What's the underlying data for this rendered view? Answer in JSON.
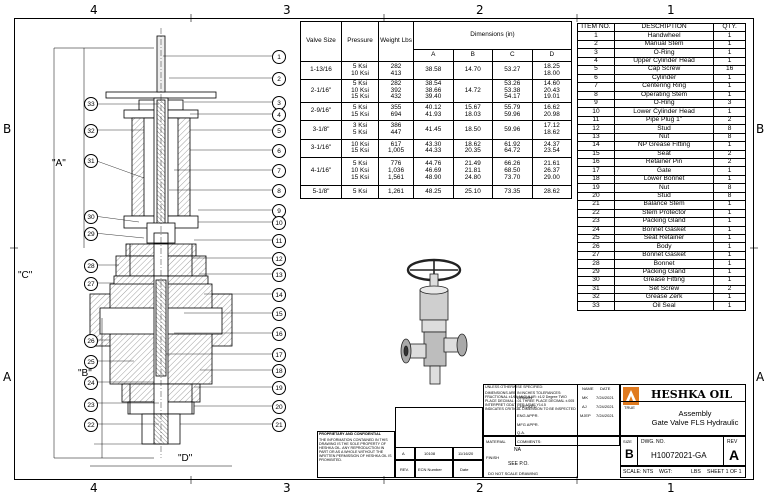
{
  "zones": {
    "columns": [
      "4",
      "3",
      "2",
      "1"
    ],
    "rows": [
      "B",
      "A"
    ]
  },
  "balloons": [
    "1",
    "2",
    "3",
    "4",
    "5",
    "6",
    "7",
    "8",
    "9",
    "10",
    "11",
    "12",
    "13",
    "14",
    "15",
    "16",
    "17",
    "18",
    "19",
    "20",
    "21",
    "22",
    "23",
    "24",
    "25",
    "26",
    "27",
    "28",
    "29",
    "30",
    "31",
    "32",
    "33"
  ],
  "dimension_labels": {
    "a": "\"A\"",
    "b": "\"B\"",
    "c": "\"C\"",
    "d": "\"D\""
  },
  "dimension_table": {
    "headers": {
      "valve_size": "Valve Size",
      "pressure": "Pressure",
      "weight": "Weight Lbs",
      "dimensions": "Dimensions (in)",
      "A": "A",
      "B": "B",
      "C": "C",
      "D": "D"
    },
    "rows": [
      {
        "size": "1-13/16",
        "pressure": "5 Ksi\n10 Ksi",
        "weight": "282\n413",
        "a": "38.58",
        "b": "14.70",
        "c": "53.27",
        "d": "18.25\n18.00"
      },
      {
        "size": "2-1/16\"",
        "pressure": "5 Ksi\n10 Ksi\n15 Ksi",
        "weight": "282\n392\n432",
        "a": "38.54\n38.66\n39.40",
        "b": "14.72",
        "c": "53.26\n53.38\n54.17",
        "d": "14.60\n20.43\n19.01"
      },
      {
        "size": "2-9/16\"",
        "pressure": "5 Ksi\n15 Ksi",
        "weight": "355\n694",
        "a": "40.12\n41.93",
        "b": "15.67\n18.03",
        "c": "55.79\n59.96",
        "d": "16.62\n20.98"
      },
      {
        "size": "3-1/8\"",
        "pressure": "3 Ksi\n5 Ksi",
        "weight": "386\n447",
        "a": "41.45",
        "b": "18.50",
        "c": "59.96",
        "d": "17.12\n18.62"
      },
      {
        "size": "3-1/16\"",
        "pressure": "10 Ksi\n15 Ksi",
        "weight": "617\n1,005",
        "a": "43.30\n44.33",
        "b": "18.62\n20.35",
        "c": "61.92\n64.72",
        "d": "24.37\n23.54"
      },
      {
        "size": "4-1/16\"",
        "pressure": "5 Ksi\n10 Ksi\n15 Ksi",
        "weight": "776\n1,036\n1,561",
        "a": "44.76\n46.69\n48.90",
        "b": "21.49\n21.81\n24.80",
        "c": "66.26\n68.50\n73.70",
        "d": "21.61\n26.37\n29.00"
      },
      {
        "size": "5-1/8\"",
        "pressure": "5 Ksi",
        "weight": "1,261",
        "a": "48.25",
        "b": "25.10",
        "c": "73.35",
        "d": "28.62"
      }
    ]
  },
  "bom": {
    "headers": {
      "item": "ITEM NO.",
      "description": "DESCRIPTION",
      "qty": "QTY."
    },
    "rows": [
      [
        "1",
        "Handwheel",
        "1"
      ],
      [
        "2",
        "Manual Stem",
        "1"
      ],
      [
        "3",
        "O-Ring",
        "1"
      ],
      [
        "4",
        "Upper Cylinder Head",
        "1"
      ],
      [
        "5",
        "Cap Screw",
        "16"
      ],
      [
        "6",
        "Cylinder",
        "1"
      ],
      [
        "7",
        "Centering Ring",
        "1"
      ],
      [
        "8",
        "Operating Stem",
        "1"
      ],
      [
        "9",
        "O-Ring",
        "3"
      ],
      [
        "10",
        "Lower Cylinder Head",
        "1"
      ],
      [
        "11",
        "Pipe Plug 1\"",
        "2"
      ],
      [
        "12",
        "Stud",
        "8"
      ],
      [
        "13",
        "Nut",
        "8"
      ],
      [
        "14",
        "NP Grease Fitting",
        "1"
      ],
      [
        "15",
        "Seat",
        "2"
      ],
      [
        "16",
        "Retainer Pin",
        "2"
      ],
      [
        "17",
        "Gate",
        "1"
      ],
      [
        "18",
        "Lower Bonnet",
        "1"
      ],
      [
        "19",
        "Nut",
        "8"
      ],
      [
        "20",
        "Stud",
        "8"
      ],
      [
        "21",
        "Balance Stem",
        "1"
      ],
      [
        "22",
        "Stem Protector",
        "1"
      ],
      [
        "23",
        "Packing Gland",
        "1"
      ],
      [
        "24",
        "Bonnet Gasket",
        "1"
      ],
      [
        "25",
        "Seat Retainer",
        "1"
      ],
      [
        "26",
        "Body",
        "1"
      ],
      [
        "27",
        "Bonnet Gasket",
        "1"
      ],
      [
        "28",
        "Bonnet",
        "1"
      ],
      [
        "29",
        "Packing Gland",
        "1"
      ],
      [
        "30",
        "Grease Fitting",
        "1"
      ],
      [
        "31",
        "Set Screw",
        "2"
      ],
      [
        "32",
        "Grease Zerk",
        "1"
      ],
      [
        "33",
        "Oil Seal",
        "1"
      ]
    ]
  },
  "title_block": {
    "company": "HESHKA OIL",
    "logo_caption": "TRUE",
    "title_line1": "Assembly",
    "title_line2": "Gate Valve FLS Hydraulic",
    "size_label": "SIZE",
    "size": "B",
    "dwg_label": "DWG. NO.",
    "dwg_no": "H10072021-GA",
    "rev_label": "REV",
    "rev": "A",
    "scale": "SCALE: NTS",
    "weight": "WGT:",
    "weight_unit": "LBS",
    "sheet": "SHEET 1 OF 1",
    "unless_specified": "UNLESS OTHERWISE SPECIFIED:",
    "name_label": "NAME",
    "date_label": "DATE",
    "drawn": "DRAWN",
    "checked": "CHECKED",
    "eng_appr": "ENG APPR.",
    "mfg_appr": "MFG APPR.",
    "qa": "Q.A.",
    "comments": "COMMENTS:",
    "drawn_by": "MK",
    "checked_by": "AJ",
    "eng_by": "MJEP",
    "drawn_date": "7/24/2021",
    "checked_date": "7/24/2021",
    "eng_date": "7/24/2021",
    "material": "MATERIAL",
    "finish": "FINISH",
    "material_val": "NA",
    "finish_val": "SEE P.O.",
    "no_scale": "DO NOT SCALE DRAWING",
    "tolerance_note": "DIMENSIONS ARE IN INCHES TOLERANCES: FRACTIONAL ±1/64 ANGULAR: ±1/2 Degree TWO PLACE DECIMAL ±.01 THREE PLACE DECIMAL ±.005 INTERPRET GD&T PER ASME Y14.5",
    "critical_note": "INDICATES CRITICAL DIMENSION TO BE INSPECTED",
    "proprietary_title": "PROPRIETARY AND CONFIDENTIAL",
    "proprietary_text": "THE INFORMATION CONTAINED IN THIS DRAWING IS THE SOLE PROPERTY OF HESHKA OIL. ANY REPRODUCTION IN PART OR AS A WHOLE WITHOUT THE WRITTEN PERMISSION OF HESHKA OIL IS PROHIBITED.",
    "rev_table": {
      "rev": "REV.",
      "ecn": "ECN Number",
      "date": "Date",
      "rev_val": "A",
      "ecn_val": "10108",
      "date_val": "11/16/20"
    }
  }
}
